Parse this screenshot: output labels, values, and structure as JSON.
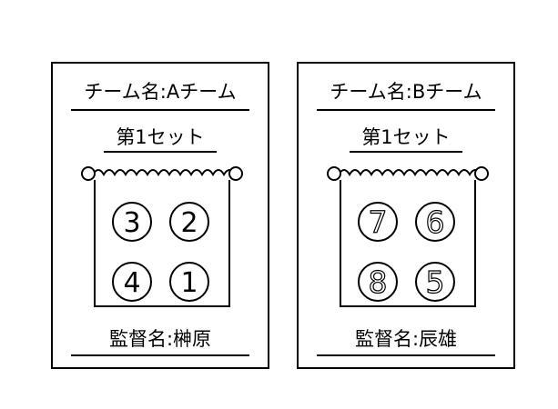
{
  "teams": [
    {
      "team_label": "チーム名:Aチーム",
      "set_label": "第1セット",
      "players": [
        "3",
        "2",
        "4",
        "1"
      ],
      "coach_label": "監督名:榊原"
    },
    {
      "team_label": "チーム名:Bチーム",
      "set_label": "第1セット",
      "players": [
        "7",
        "6",
        "8",
        "5"
      ],
      "coach_label": "監督名:辰雄"
    }
  ]
}
